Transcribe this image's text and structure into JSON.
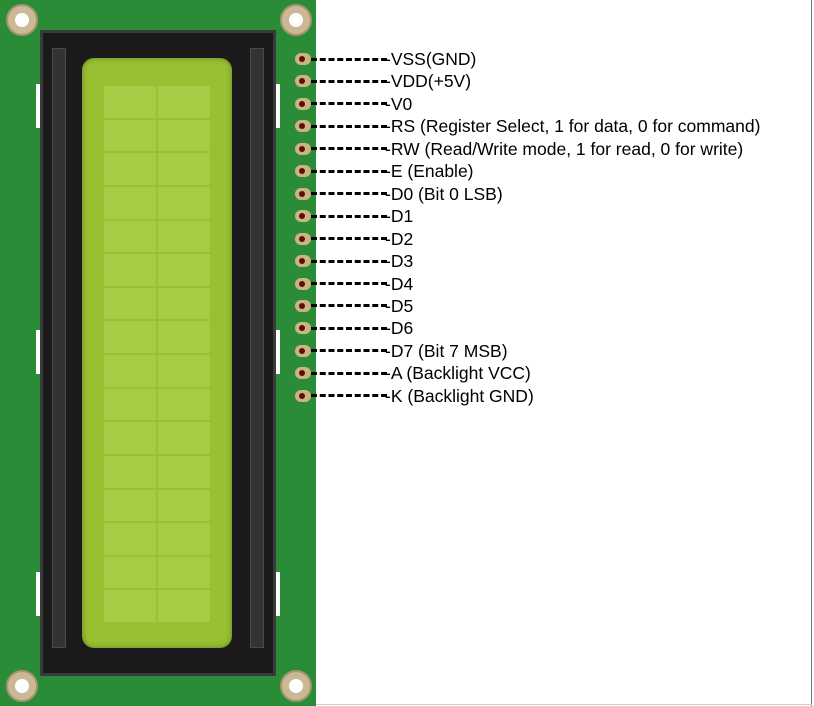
{
  "colors": {
    "pcb": "#2a8c36",
    "bezel": "#1a1a1a",
    "screen": "#98c032",
    "screen_cell": "#a6cc45",
    "pin": "#cbb480",
    "pin_hole": "#5a0e10",
    "mounting_hole": "#cbb897"
  },
  "lcd": {
    "columns": 2,
    "rows": 16
  },
  "pins": [
    {
      "label": "-VSS(GND)"
    },
    {
      "label": "-VDD(+5V)"
    },
    {
      "label": "-V0"
    },
    {
      "label": "-RS (Register Select,  1 for data, 0 for command)"
    },
    {
      "label": "-RW (Read/Write mode, 1 for read, 0 for write)"
    },
    {
      "label": "-E (Enable)"
    },
    {
      "label": "-D0 (Bit 0 LSB)"
    },
    {
      "label": "-D1"
    },
    {
      "label": "-D2"
    },
    {
      "label": "-D3"
    },
    {
      "label": "-D4"
    },
    {
      "label": "-D5"
    },
    {
      "label": "-D6"
    },
    {
      "label": "-D7 (Bit 7 MSB)"
    },
    {
      "label": "-A (Backlight VCC)"
    },
    {
      "label": "-K (Backlight GND)"
    }
  ]
}
